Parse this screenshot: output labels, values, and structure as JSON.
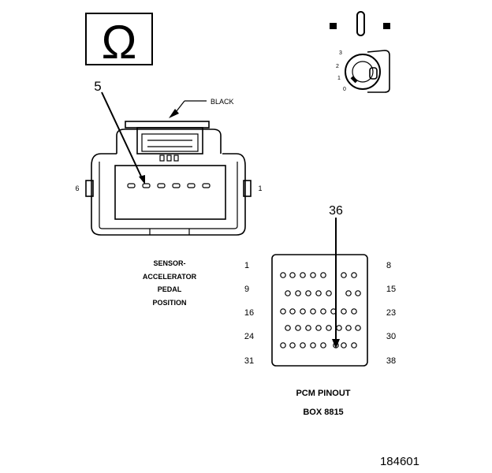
{
  "symbol": {
    "glyph": "Ω",
    "icon": "ohm-symbol-icon"
  },
  "ignition": {
    "icon": "ignition-key-icon",
    "positions": [
      "3",
      "2",
      "1",
      "0"
    ]
  },
  "sensor_connector": {
    "pin_callout": "5",
    "wire_color": "BLACK",
    "left_pin": "6",
    "right_pin": "1",
    "caption": [
      "SENSOR-",
      "ACCELERATOR",
      "PEDAL",
      "POSITION"
    ]
  },
  "pcm_connector": {
    "pin_callout": "36",
    "left_labels": [
      "1",
      "9",
      "16",
      "24",
      "31"
    ],
    "right_labels": [
      "8",
      "15",
      "23",
      "30",
      "38"
    ],
    "caption_line1": "PCM PINOUT",
    "caption_line2": "BOX 8815"
  },
  "figure_number": "184601"
}
